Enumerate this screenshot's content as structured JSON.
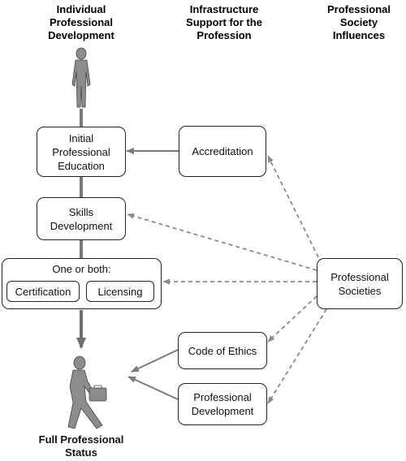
{
  "headers": {
    "individual": "Individual\nProfessional\nDevelopment",
    "infrastructure": "Infrastructure\nSupport for the\nProfession",
    "society": "Professional\nSociety\nInfluences"
  },
  "boxes": {
    "initial_education": "Initial\nProfessional\nEducation",
    "accreditation": "Accreditation",
    "skills_development": "Skills\nDevelopment",
    "one_or_both": "One or both:",
    "certification": "Certification",
    "licensing": "Licensing",
    "professional_societies": "Professional\nSocieties",
    "code_of_ethics": "Code of Ethics",
    "professional_development": "Professional\nDevelopment"
  },
  "footer": {
    "full_status": "Full Professional\nStatus"
  },
  "icons": {
    "top_figure": "standing-professional-icon",
    "bottom_figure": "walking-professional-with-briefcase-icon"
  },
  "colors": {
    "flow_arrow": "#7a7a7a",
    "dashed_arrow": "#8a8a8a",
    "figure": "#8c8c8c"
  }
}
